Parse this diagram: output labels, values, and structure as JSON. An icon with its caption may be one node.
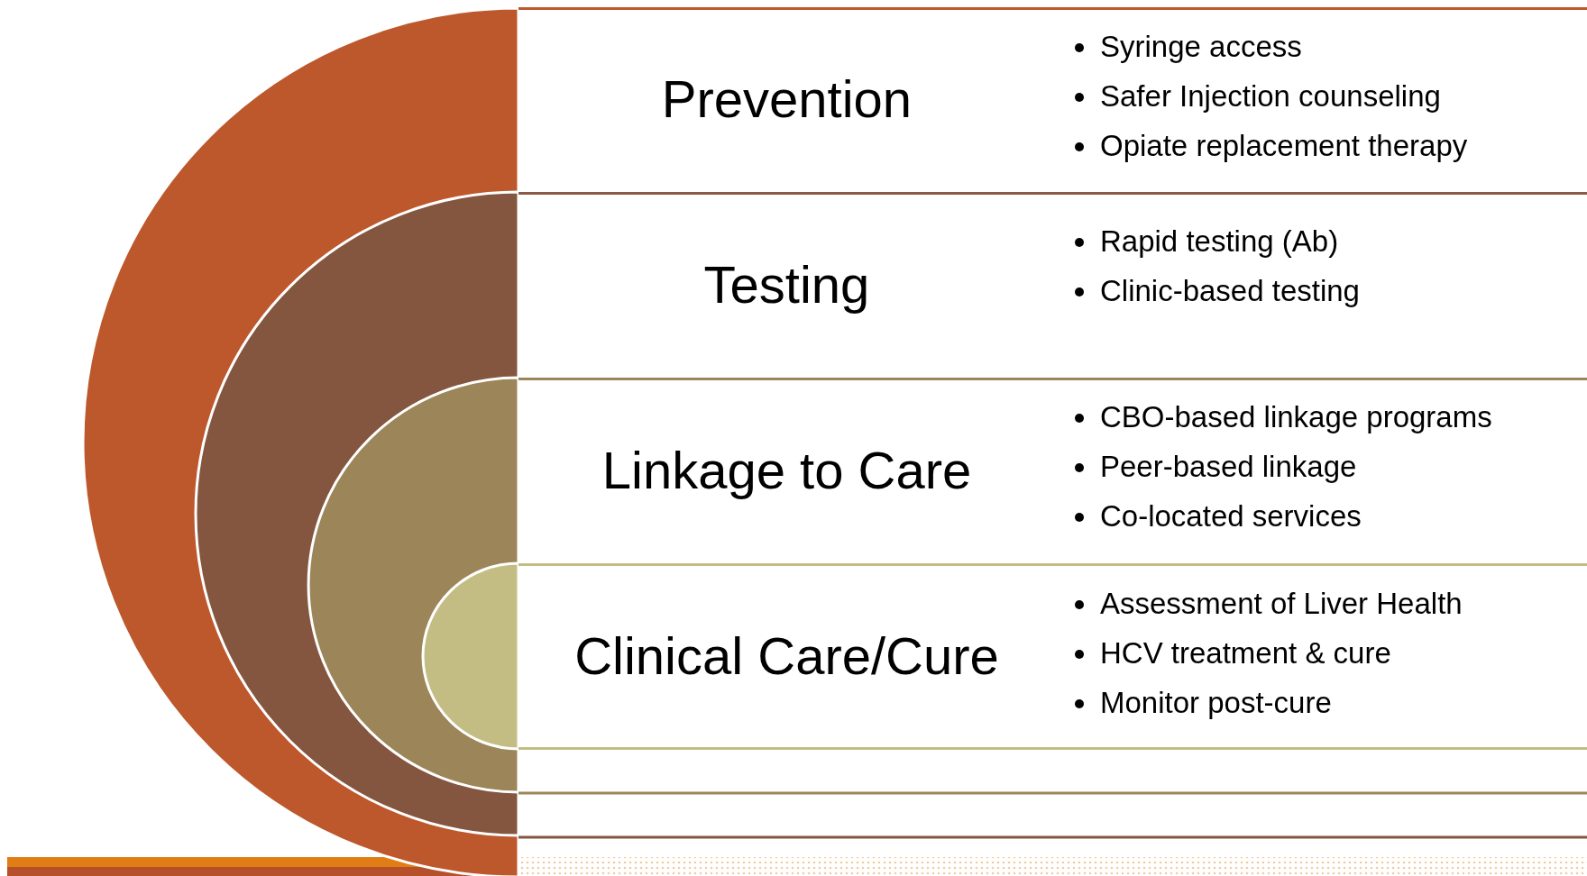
{
  "diagram": {
    "nodes": [
      {
        "text": [
          "Prevention",
          "Syringe access",
          "Safer Injection counseling",
          "Opiate replacement therapy"
        ]
      },
      {
        "text": [
          "Testing",
          "Rapid testing (Ab)",
          "Clinic-based testing"
        ]
      },
      {
        "text": [
          "Linkage to Care",
          "CBO-based linkage programs",
          "Peer-based linkage",
          "Co-located services"
        ]
      },
      {
        "text": [
          "Clinical Care/Cure",
          "Assessment of Liver Health",
          "HCV treatment & cure",
          "Monitor post-cure"
        ]
      }
    ]
  }
}
